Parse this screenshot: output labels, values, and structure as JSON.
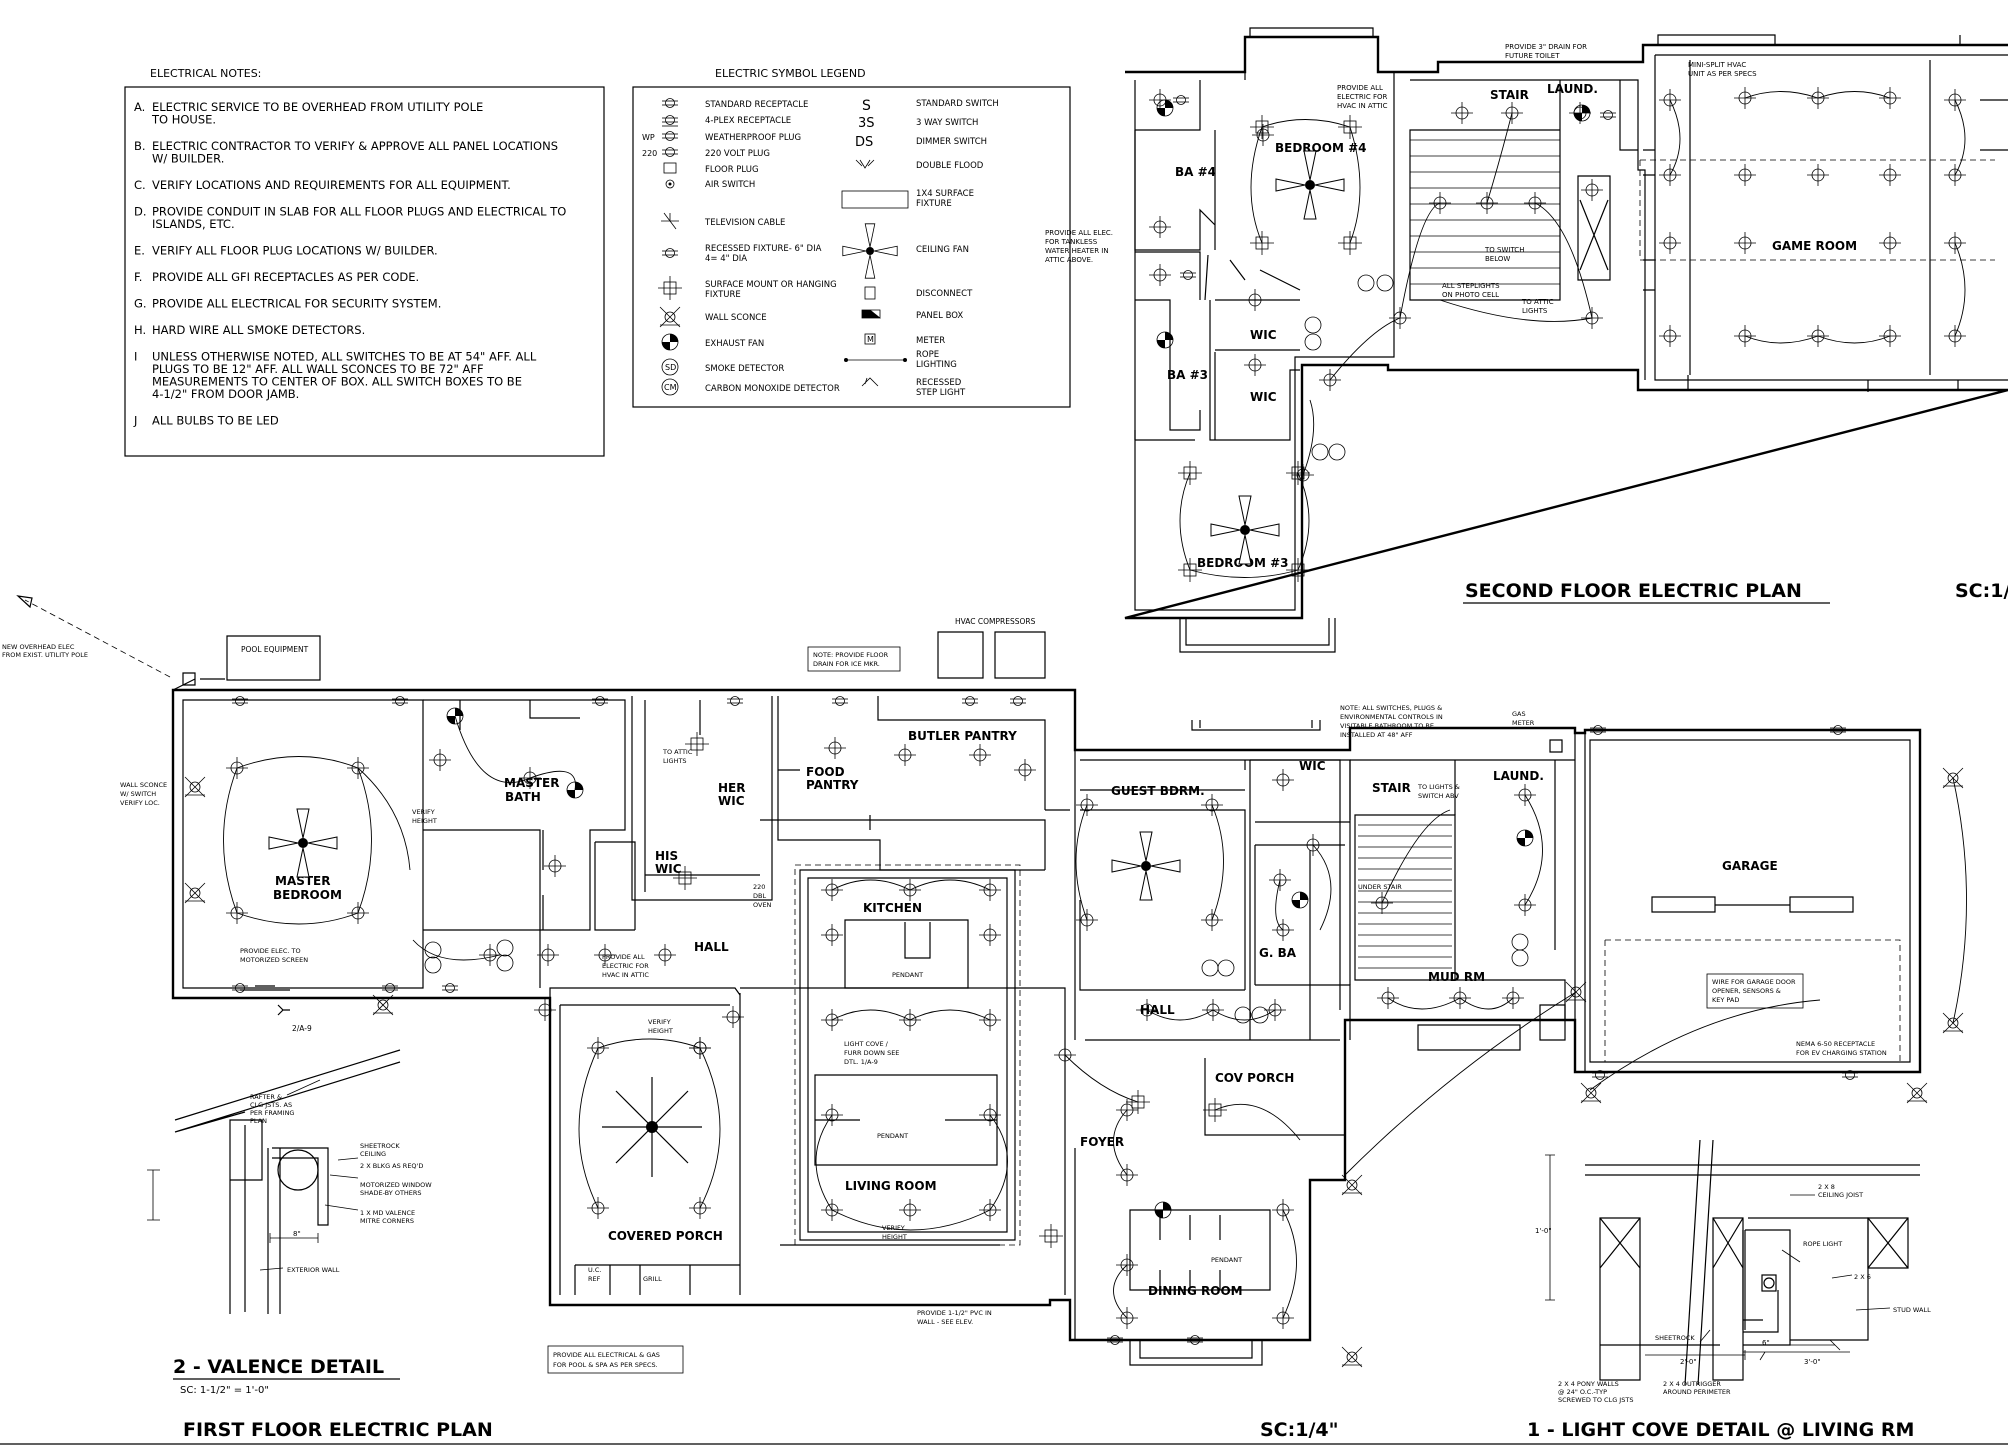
{
  "notes": {
    "heading": "ELECTRICAL NOTES:",
    "items": [
      {
        "letter": "A.",
        "lines": [
          "ELECTRIC SERVICE TO BE OVERHEAD FROM UTILITY POLE",
          "TO HOUSE."
        ]
      },
      {
        "letter": "B.",
        "lines": [
          "ELECTRIC CONTRACTOR TO VERIFY & APPROVE ALL PANEL LOCATIONS",
          "W/ BUILDER."
        ]
      },
      {
        "letter": "C.",
        "lines": [
          "VERIFY LOCATIONS AND REQUIREMENTS FOR ALL EQUIPMENT."
        ]
      },
      {
        "letter": "D.",
        "lines": [
          "PROVIDE CONDUIT IN SLAB FOR ALL FLOOR PLUGS AND ELECTRICAL TO",
          "ISLANDS, ETC."
        ]
      },
      {
        "letter": "E.",
        "lines": [
          "VERIFY ALL FLOOR PLUG LOCATIONS W/ BUILDER."
        ]
      },
      {
        "letter": "F.",
        "lines": [
          "PROVIDE ALL GFI RECEPTACLES AS PER CODE."
        ]
      },
      {
        "letter": "G.",
        "lines": [
          "PROVIDE ALL ELECTRICAL FOR SECURITY SYSTEM."
        ]
      },
      {
        "letter": "H.",
        "lines": [
          "HARD WIRE ALL SMOKE DETECTORS."
        ]
      },
      {
        "letter": "I",
        "lines": [
          "UNLESS OTHERWISE NOTED, ALL SWITCHES TO BE AT 54\" AFF. ALL",
          "PLUGS TO BE 12\" AFF. ALL WALL SCONCES TO BE 72\" AFF",
          "MEASUREMENTS TO CENTER OF BOX. ALL SWITCH BOXES TO BE",
          "4-1/2\" FROM DOOR JAMB."
        ]
      },
      {
        "letter": "J",
        "lines": [
          "ALL BULBS TO BE LED"
        ]
      }
    ]
  },
  "legend": {
    "heading": "ELECTRIC SYMBOL LEGEND",
    "left": [
      {
        "label": "STANDARD RECEPTACLE"
      },
      {
        "label": "4-PLEX RECEPTACLE"
      },
      {
        "label": "WEATHERPROOF PLUG",
        "prefix": "WP"
      },
      {
        "label": "220 VOLT PLUG",
        "prefix": "220"
      },
      {
        "label": "FLOOR PLUG"
      },
      {
        "label": "AIR SWITCH"
      },
      {
        "label": "TELEVISION CABLE"
      },
      {
        "label": "RECESSED FIXTURE- 6\" DIA",
        "sub": "4= 4\" DIA"
      },
      {
        "label": "SURFACE MOUNT OR HANGING",
        "sub": "FIXTURE"
      },
      {
        "label": "WALL SCONCE"
      },
      {
        "label": "EXHAUST FAN"
      },
      {
        "label": "SMOKE DETECTOR",
        "prefix": "SD"
      },
      {
        "label": "CARBON MONOXIDE DETECTOR",
        "prefix": "CM"
      }
    ],
    "right": [
      {
        "symbol": "S",
        "label": "STANDARD SWITCH"
      },
      {
        "symbol": "3S",
        "label": "3 WAY SWITCH"
      },
      {
        "symbol": "DS",
        "label": "DIMMER SWITCH"
      },
      {
        "symbol": "DF",
        "label": "DOUBLE FLOOD"
      },
      {
        "label": "1X4 SURFACE",
        "sub": "FIXTURE"
      },
      {
        "label": "CEILING FAN"
      },
      {
        "label": "DISCONNECT"
      },
      {
        "label": "PANEL BOX"
      },
      {
        "label": "METER",
        "prefix": "M"
      },
      {
        "label": "ROPE",
        "sub": "LIGHTING"
      },
      {
        "label": "RECESSED",
        "sub": "STEP LIGHT"
      }
    ]
  },
  "second_floor": {
    "title": "SECOND FLOOR ELECTRIC PLAN",
    "scale": "SC:1/",
    "rooms": [
      {
        "name": "BEDROOM #4"
      },
      {
        "name": "BA #4"
      },
      {
        "name": "STAIR"
      },
      {
        "name": "LAUND."
      },
      {
        "name": "GAME ROOM"
      },
      {
        "name": "WIC"
      },
      {
        "name": "BA #3"
      },
      {
        "name": "WIC"
      },
      {
        "name": "BEDROOM #3"
      }
    ],
    "notes": [
      "PROVIDE 3\" DRAIN FOR",
      "FUTURE TOILET",
      "MINI-SPLIT HVAC",
      "UNIT AS PER SPECS",
      "PROVIDE ALL",
      "ELECTRIC FOR",
      "HVAC IN ATTIC",
      "PROVIDE ALL ELEC.",
      "FOR TANKLESS",
      "WATER HEATER IN",
      "ATTIC ABOVE.",
      "TO SWITCH",
      "BELOW",
      "ALL STEPLIGHTS",
      "ON PHOTO CELL",
      "TO ATTIC",
      "LIGHTS"
    ]
  },
  "first_floor": {
    "title": "FIRST FLOOR ELECTRIC PLAN",
    "scale": "SC:1/4\"",
    "rooms": [
      {
        "name": "MASTER",
        "name2": "BEDROOM"
      },
      {
        "name": "MASTER",
        "name2": "BATH"
      },
      {
        "name": "HER",
        "name2": "WIC"
      },
      {
        "name": "HIS",
        "name2": "WIC"
      },
      {
        "name": "FOOD",
        "name2": "PANTRY"
      },
      {
        "name": "BUTLER PANTRY"
      },
      {
        "name": "KITCHEN"
      },
      {
        "name": "HALL"
      },
      {
        "name": "GUEST BDRM."
      },
      {
        "name": "WIC"
      },
      {
        "name": "STAIR"
      },
      {
        "name": "LAUND."
      },
      {
        "name": "GARAGE"
      },
      {
        "name": "G. BA"
      },
      {
        "name": "MUD RM"
      },
      {
        "name": "HALL"
      },
      {
        "name": "COV PORCH"
      },
      {
        "name": "FOYER"
      },
      {
        "name": "LIVING ROOM"
      },
      {
        "name": "COVERED PORCH"
      },
      {
        "name": "DINING ROOM"
      }
    ],
    "notes": {
      "pool_equipment": "POOL EQUIPMENT",
      "hvac_compressors": "HVAC COMPRESSORS",
      "overhead": [
        "NEW OVERHEAD ELEC",
        "FROM EXIST. UTILITY POLE"
      ],
      "sconce": [
        "WALL SCONCE",
        "W/ SWITCH",
        "VERIFY LOC."
      ],
      "verify_height": [
        "VERIFY",
        "HEIGHT"
      ],
      "ice_drain": [
        "NOTE: PROVIDE FLOOR",
        "DRAIN FOR ICE MKR."
      ],
      "switch_note": [
        "NOTE: ALL SWITCHES, PLUGS &",
        "ENVIRONMENTAL CONTROLS IN",
        "VISITABLE BATHROOM TO BE",
        "INSTALLED AT 48\" AFF"
      ],
      "motorized": [
        "PROVIDE ELEC. TO",
        "MOTORIZED SCREEN"
      ],
      "attic_hvac": [
        "PROVIDE ALL",
        "ELECTRIC FOR",
        "HVAC IN ATTIC"
      ],
      "attic_lights": [
        "TO ATTIC",
        "LIGHTS"
      ],
      "lights_switch": [
        "TO LIGHTS &",
        "SWITCH ABV"
      ],
      "under_stair": "UNDER STAIR",
      "garage_door": [
        "WIRE FOR GARAGE DOOR",
        "OPENER, SENSORS &",
        "KEY PAD"
      ],
      "nema": [
        "NEMA 6-50 RECEPTACLE",
        "FOR EV CHARGING STATION"
      ],
      "cove": [
        "LIGHT COVE /",
        "FURR DOWN SEE",
        "DTL. 1/A-9"
      ],
      "pendant": "PENDANT",
      "pvc": [
        "PROVIDE 1-1/2\" PVC IN",
        "WALL - SEE ELEV."
      ],
      "pool_gas": [
        "PROVIDE ALL ELECTRICAL & GAS",
        "FOR POOL & SPA AS PER SPECS."
      ],
      "gas_meter": [
        "GAS",
        "METER"
      ],
      "dbl_oven": [
        "220",
        "DBL",
        "OVEN"
      ],
      "grill": "GRILL",
      "uc_ref": [
        "U.C.",
        "REF"
      ],
      "section_ref": "2/A-9"
    }
  },
  "valence": {
    "title": "2 - VALENCE DETAIL",
    "scale": "SC: 1-1/2\" = 1'-0\"",
    "notes": [
      [
        "RAFTER &",
        "CLG JSTS. AS",
        "PER FRAMING",
        "PLAN"
      ],
      [
        "SHEETROCK",
        "CEILING"
      ],
      [
        "2 X BLKG AS REQ'D"
      ],
      [
        "MOTORIZED WINDOW",
        "SHADE-BY OTHERS"
      ],
      [
        "1 X MD VALENCE",
        "MITRE CORNERS"
      ],
      [
        "EXTERIOR WALL"
      ]
    ],
    "dim": "8\""
  },
  "cove": {
    "title": "1 - LIGHT COVE DETAIL @ LIVING RM",
    "notes": [
      [
        "2 X 8",
        "CEILING JOIST"
      ],
      [
        "ROPE LIGHT"
      ],
      [
        "2 X 6"
      ],
      [
        "STUD WALL"
      ],
      [
        "SHEETROCK"
      ],
      [
        "2 X 4 PONY WALLS",
        "@ 24\" O.C.-TYP",
        "SCREWED TO CLG JSTS"
      ],
      [
        "2 X 4 OUTRIGGER",
        "AROUND PERIMETER"
      ]
    ],
    "dims": [
      "1'-0\"",
      "6\"",
      "2'-0\"",
      "3'-0\""
    ]
  }
}
